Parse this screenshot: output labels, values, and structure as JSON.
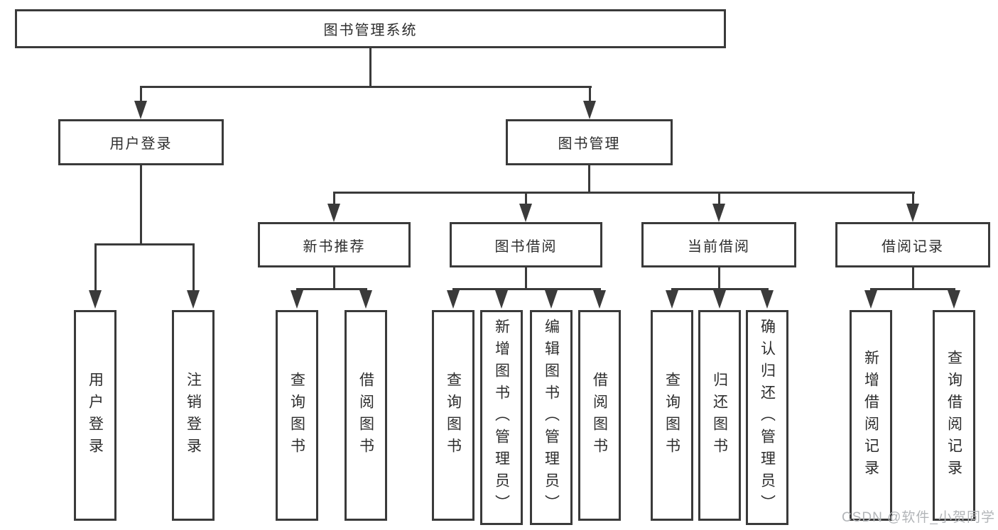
{
  "diagram": {
    "root_label": "图书管理系统",
    "level2": [
      {
        "label": "用户登录"
      },
      {
        "label": "图书管理"
      }
    ],
    "level3": [
      {
        "label": "新书推荐"
      },
      {
        "label": "图书借阅"
      },
      {
        "label": "当前借阅"
      },
      {
        "label": "借阅记录"
      }
    ],
    "leaves": [
      {
        "label": "用户登录"
      },
      {
        "label": "注销登录"
      },
      {
        "label": "查询图书"
      },
      {
        "label": "借阅图书"
      },
      {
        "label": "查询图书"
      },
      {
        "label": "新增图书（管理员）"
      },
      {
        "label": "编辑图书（管理员）"
      },
      {
        "label": "借阅图书"
      },
      {
        "label": "查询图书"
      },
      {
        "label": "归还图书"
      },
      {
        "label": "确认归还（管理员）"
      },
      {
        "label": "新增借阅记录"
      },
      {
        "label": "查询借阅记录"
      }
    ]
  },
  "watermark": "CSDN @软件_小贺同学",
  "colors": {
    "line": "#3a3a3a",
    "text": "#2d2d2d",
    "watermark": "#b2b5b8",
    "background": "#ffffff"
  }
}
